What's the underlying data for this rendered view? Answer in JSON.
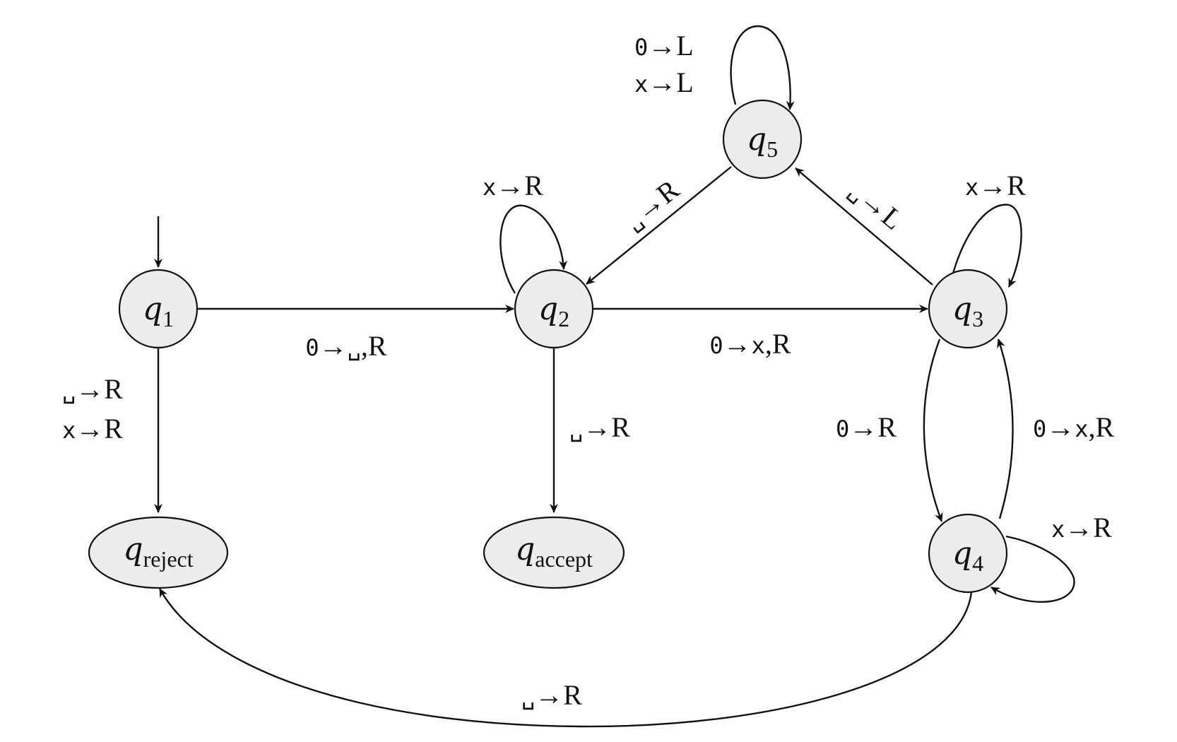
{
  "states": {
    "q1": {
      "letter": "q",
      "sub": "1"
    },
    "q2": {
      "letter": "q",
      "sub": "2"
    },
    "q3": {
      "letter": "q",
      "sub": "3"
    },
    "q4": {
      "letter": "q",
      "sub": "4"
    },
    "q5": {
      "letter": "q",
      "sub": "5"
    },
    "reject": {
      "letter": "q",
      "sub": "reject"
    },
    "accept": {
      "letter": "q",
      "sub": "accept"
    }
  },
  "transitions": {
    "q1_q2": {
      "read": "0",
      "arrow": "→",
      "write": "␣",
      "move": ",R"
    },
    "q2_q3": {
      "read": "0",
      "arrow": "→",
      "write": "x",
      "move": ",R"
    },
    "q1_reject_a": {
      "read": "␣",
      "arrow": "→",
      "move": "R"
    },
    "q1_reject_b": {
      "read": "x",
      "arrow": "→",
      "move": "R"
    },
    "q2_accept": {
      "read": "␣",
      "arrow": "→",
      "move": "R"
    },
    "q2_loop": {
      "read": "x",
      "arrow": "→",
      "move": "R"
    },
    "q5_loop_a": {
      "read": "0",
      "arrow": "→",
      "move": "L"
    },
    "q5_loop_b": {
      "read": "x",
      "arrow": "→",
      "move": "L"
    },
    "q5_q2": {
      "read": "␣",
      "arrow": "→",
      "move": "R"
    },
    "q3_q5": {
      "read": "␣",
      "arrow": "→",
      "move": "L"
    },
    "q3_loop": {
      "read": "x",
      "arrow": "→",
      "move": "R"
    },
    "q3_q4": {
      "read": "0",
      "arrow": "→",
      "move": "R"
    },
    "q4_q3": {
      "read": "0",
      "arrow": "→",
      "write": "x",
      "move": ",R"
    },
    "q4_loop": {
      "read": "x",
      "arrow": "→",
      "move": "R"
    },
    "q4_reject": {
      "read": "␣",
      "arrow": "→",
      "move": "R"
    }
  }
}
